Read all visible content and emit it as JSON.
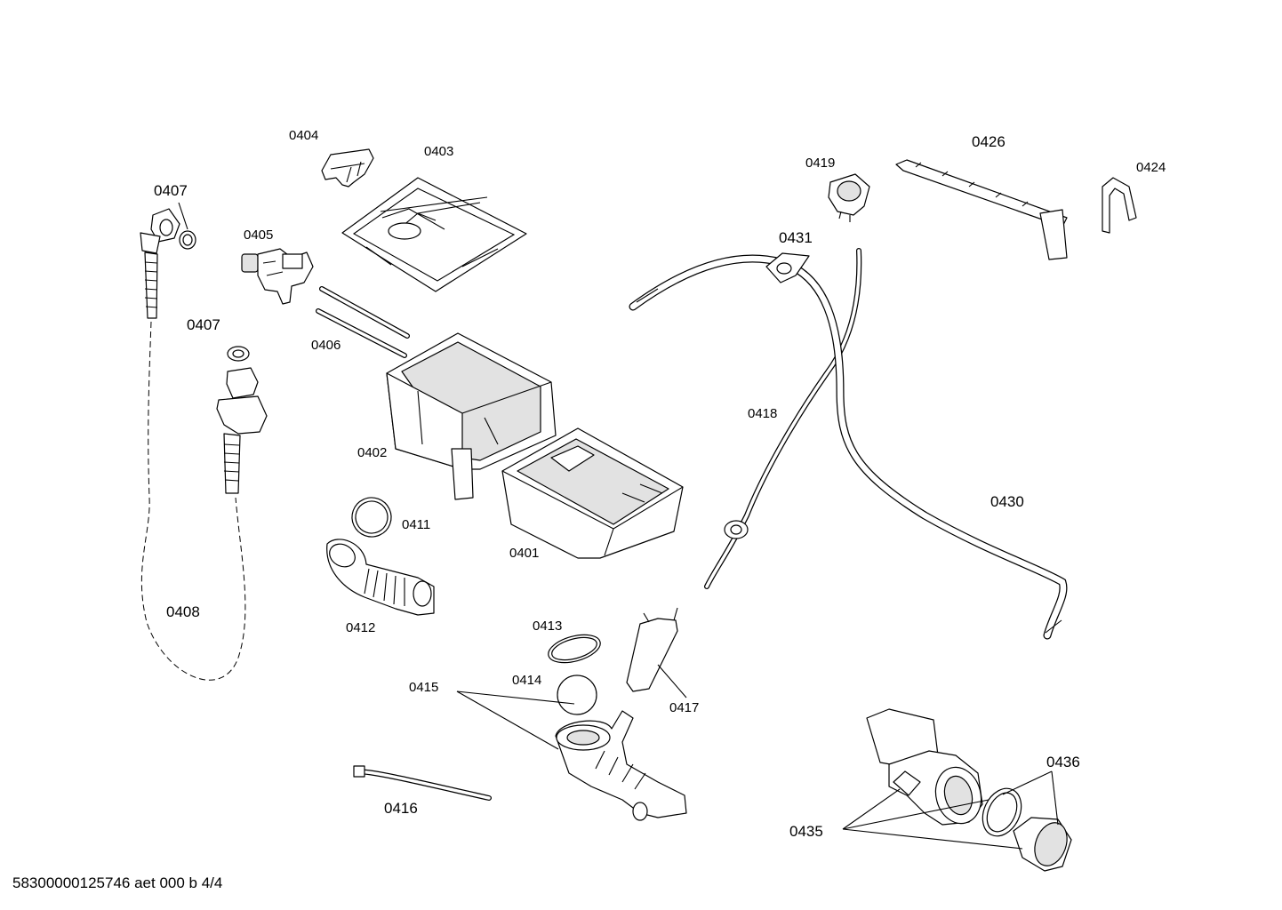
{
  "labels": {
    "p0401": "0401",
    "p0402": "0402",
    "p0403": "0403",
    "p0404": "0404",
    "p0405": "0405",
    "p0406": "0406",
    "p0407a": "0407",
    "p0407b": "0407",
    "p0408": "0408",
    "p0411": "0411",
    "p0412": "0412",
    "p0413": "0413",
    "p0414": "0414",
    "p0415": "0415",
    "p0416": "0416",
    "p0417": "0417",
    "p0418": "0418",
    "p0419": "0419",
    "p0424": "0424",
    "p0426": "0426",
    "p0430": "0430",
    "p0431": "0431",
    "p0435": "0435",
    "p0436": "0436"
  },
  "footer": "58300000125746 aet 000 b 4/4"
}
